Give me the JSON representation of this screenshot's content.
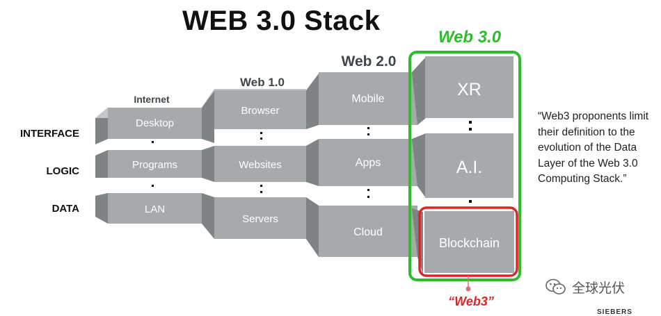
{
  "title": "WEB 3.0 Stack",
  "rows": [
    {
      "label": "INTERFACE"
    },
    {
      "label": "LOGIC"
    },
    {
      "label": "DATA"
    }
  ],
  "columns": [
    {
      "header": "Internet",
      "cells": [
        "Desktop",
        "Programs",
        "LAN"
      ]
    },
    {
      "header": "Web 1.0",
      "cells": [
        "Browser",
        "Websites",
        "Servers"
      ]
    },
    {
      "header": "Web 2.0",
      "cells": [
        "Mobile",
        "Apps",
        "Cloud"
      ]
    },
    {
      "header": "Web 3.0",
      "cells": [
        "XR",
        "A.I.",
        "Blockchain"
      ]
    }
  ],
  "quote": "“Web3 proponents limit their definition to the evolution of the Data Layer of the Web 3.0 Computing Stack.”",
  "web3_tag": "“Web3”",
  "watermark": {
    "text": "全球光伏",
    "icon": "wechat-icon"
  },
  "colors": {
    "block_front": "#a6aaac",
    "block_side": "#7e8486",
    "block_top": "#c4c7c9",
    "web3_green": "#2ebd2a",
    "web3_red": "#e02424",
    "header_gray": "#3e474b"
  },
  "footer_fragment": "SIEBERS"
}
